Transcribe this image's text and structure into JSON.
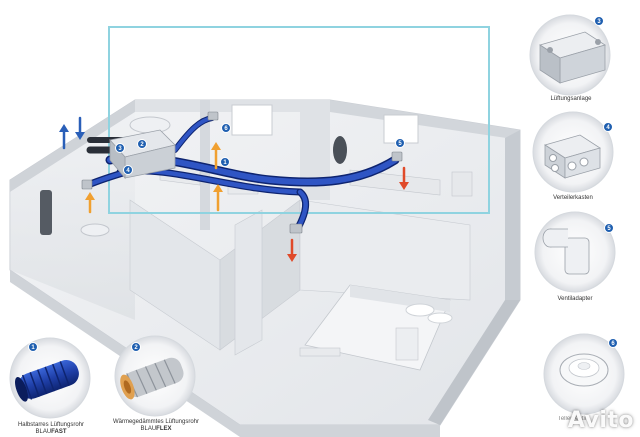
{
  "components": [
    {
      "number": "1",
      "label_prefix": "Halbstarres Lüftungsrohr BLAU",
      "label_bold": "FAST"
    },
    {
      "number": "2",
      "label_prefix": "Wärmegedämmtes Lüftungsrohr BLAU",
      "label_bold": "FLEX"
    },
    {
      "number": "3",
      "label": "Lüftungsanlage"
    },
    {
      "number": "4",
      "label": "Verteilerkasten"
    },
    {
      "number": "5",
      "label": "Ventiladapter"
    },
    {
      "number": "6",
      "label": "Tellerventil"
    }
  ],
  "floorplan_badges": [
    "1",
    "2",
    "3",
    "4",
    "5",
    "6"
  ],
  "colors": {
    "duct_blue": "#1f3fa8",
    "badge_blue": "#1f5fb0",
    "highlight_frame": "#8fd3e0",
    "arrow_orange": "#f0a030",
    "arrow_red": "#e04a2a",
    "arrow_blue": "#2a5fb8"
  },
  "watermark": "Avito"
}
